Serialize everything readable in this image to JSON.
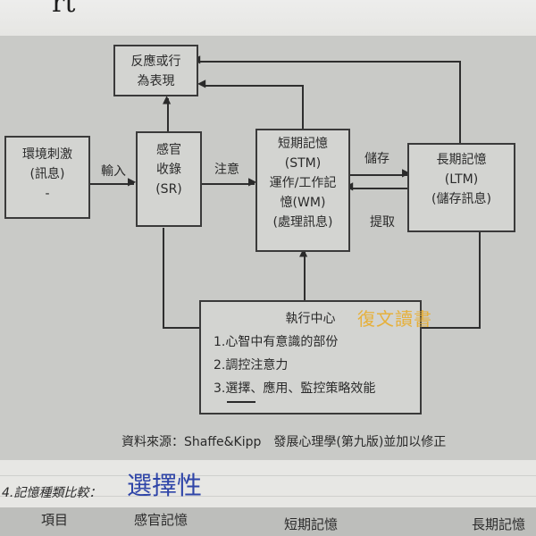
{
  "top_scribble": "rt",
  "diagram": {
    "response_box": [
      "反應或行",
      "為表現"
    ],
    "stimulus_box": [
      "環境刺激",
      "(訊息)",
      "-"
    ],
    "sr_box": [
      "感官",
      "收錄",
      "(SR)"
    ],
    "stm_box": [
      "短期記憶",
      "(STM)",
      "運作/工作記",
      "憶(WM)",
      "(處理訊息)"
    ],
    "ltm_box": [
      "長期記憶",
      "(LTM)",
      "(儲存訊息)"
    ],
    "label_input": "輸入",
    "label_attention": "注意",
    "label_store": "儲存",
    "label_retrieve": "提取",
    "exec_title": "執行中心",
    "exec_items": [
      "1.心智中有意識的部份",
      "2.調控注意力",
      "3.選擇、應用、監控策略效能"
    ],
    "stamp": "復文讀書",
    "source": "資料來源：Shaffe&Kipp　發展心理學(第九版)並加以修正"
  },
  "section_heading": "4.記憶種類比較：",
  "handwritten_note": "選擇性",
  "table": {
    "headers": [
      "項目",
      "感官記憶",
      "短期記憶",
      "長期記憶"
    ]
  },
  "colors": {
    "panel": "#c9cac7",
    "box_fill": "#d3d4d1",
    "ink": "#2e2e2e",
    "handwriting_blue": "#2f45a8",
    "stamp_yellow": "#e6b03a"
  }
}
